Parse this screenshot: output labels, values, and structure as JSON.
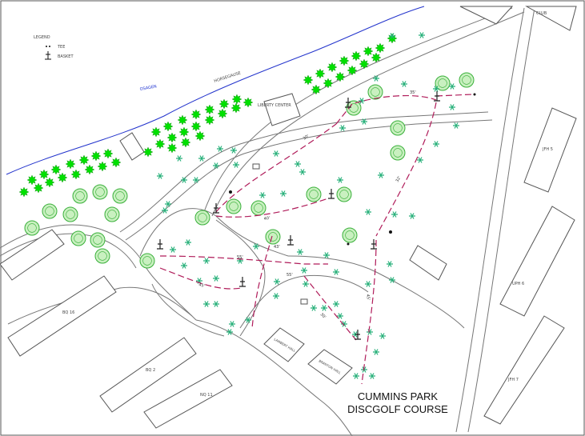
{
  "legend": {
    "heading": "LEGEND",
    "tee_label": "TEE",
    "basket_label": "BASKET"
  },
  "water_labels": {
    "river": "OSAGEN",
    "path": "HORSEGAUSE"
  },
  "buildings": {
    "liberty_center": "LIBERTY CENTER",
    "club": "CLUB",
    "jfh5": "JFH 5",
    "uph6": "UPH 6",
    "jfh7": "JFH 7",
    "bq16": "BQ 16",
    "bq2": "BQ 2",
    "nq11": "NQ 11",
    "lambert": "LAMBERT HALL",
    "branton": "BRANTON HALL"
  },
  "distances": [
    "30'",
    "35'",
    "32'",
    "45'",
    "55'",
    "45'",
    "40'",
    "43'",
    "30'",
    "55'"
  ],
  "title": {
    "line1": "CUMMINS PARK",
    "line2": "DISCGOLF COURSE"
  },
  "colors": {
    "tree": "#00e000",
    "tree_light": "#8fd88a",
    "shrub": "#27b07a",
    "fairway": "#b01c5a",
    "river": "#2233cc",
    "outline": "#555555"
  }
}
